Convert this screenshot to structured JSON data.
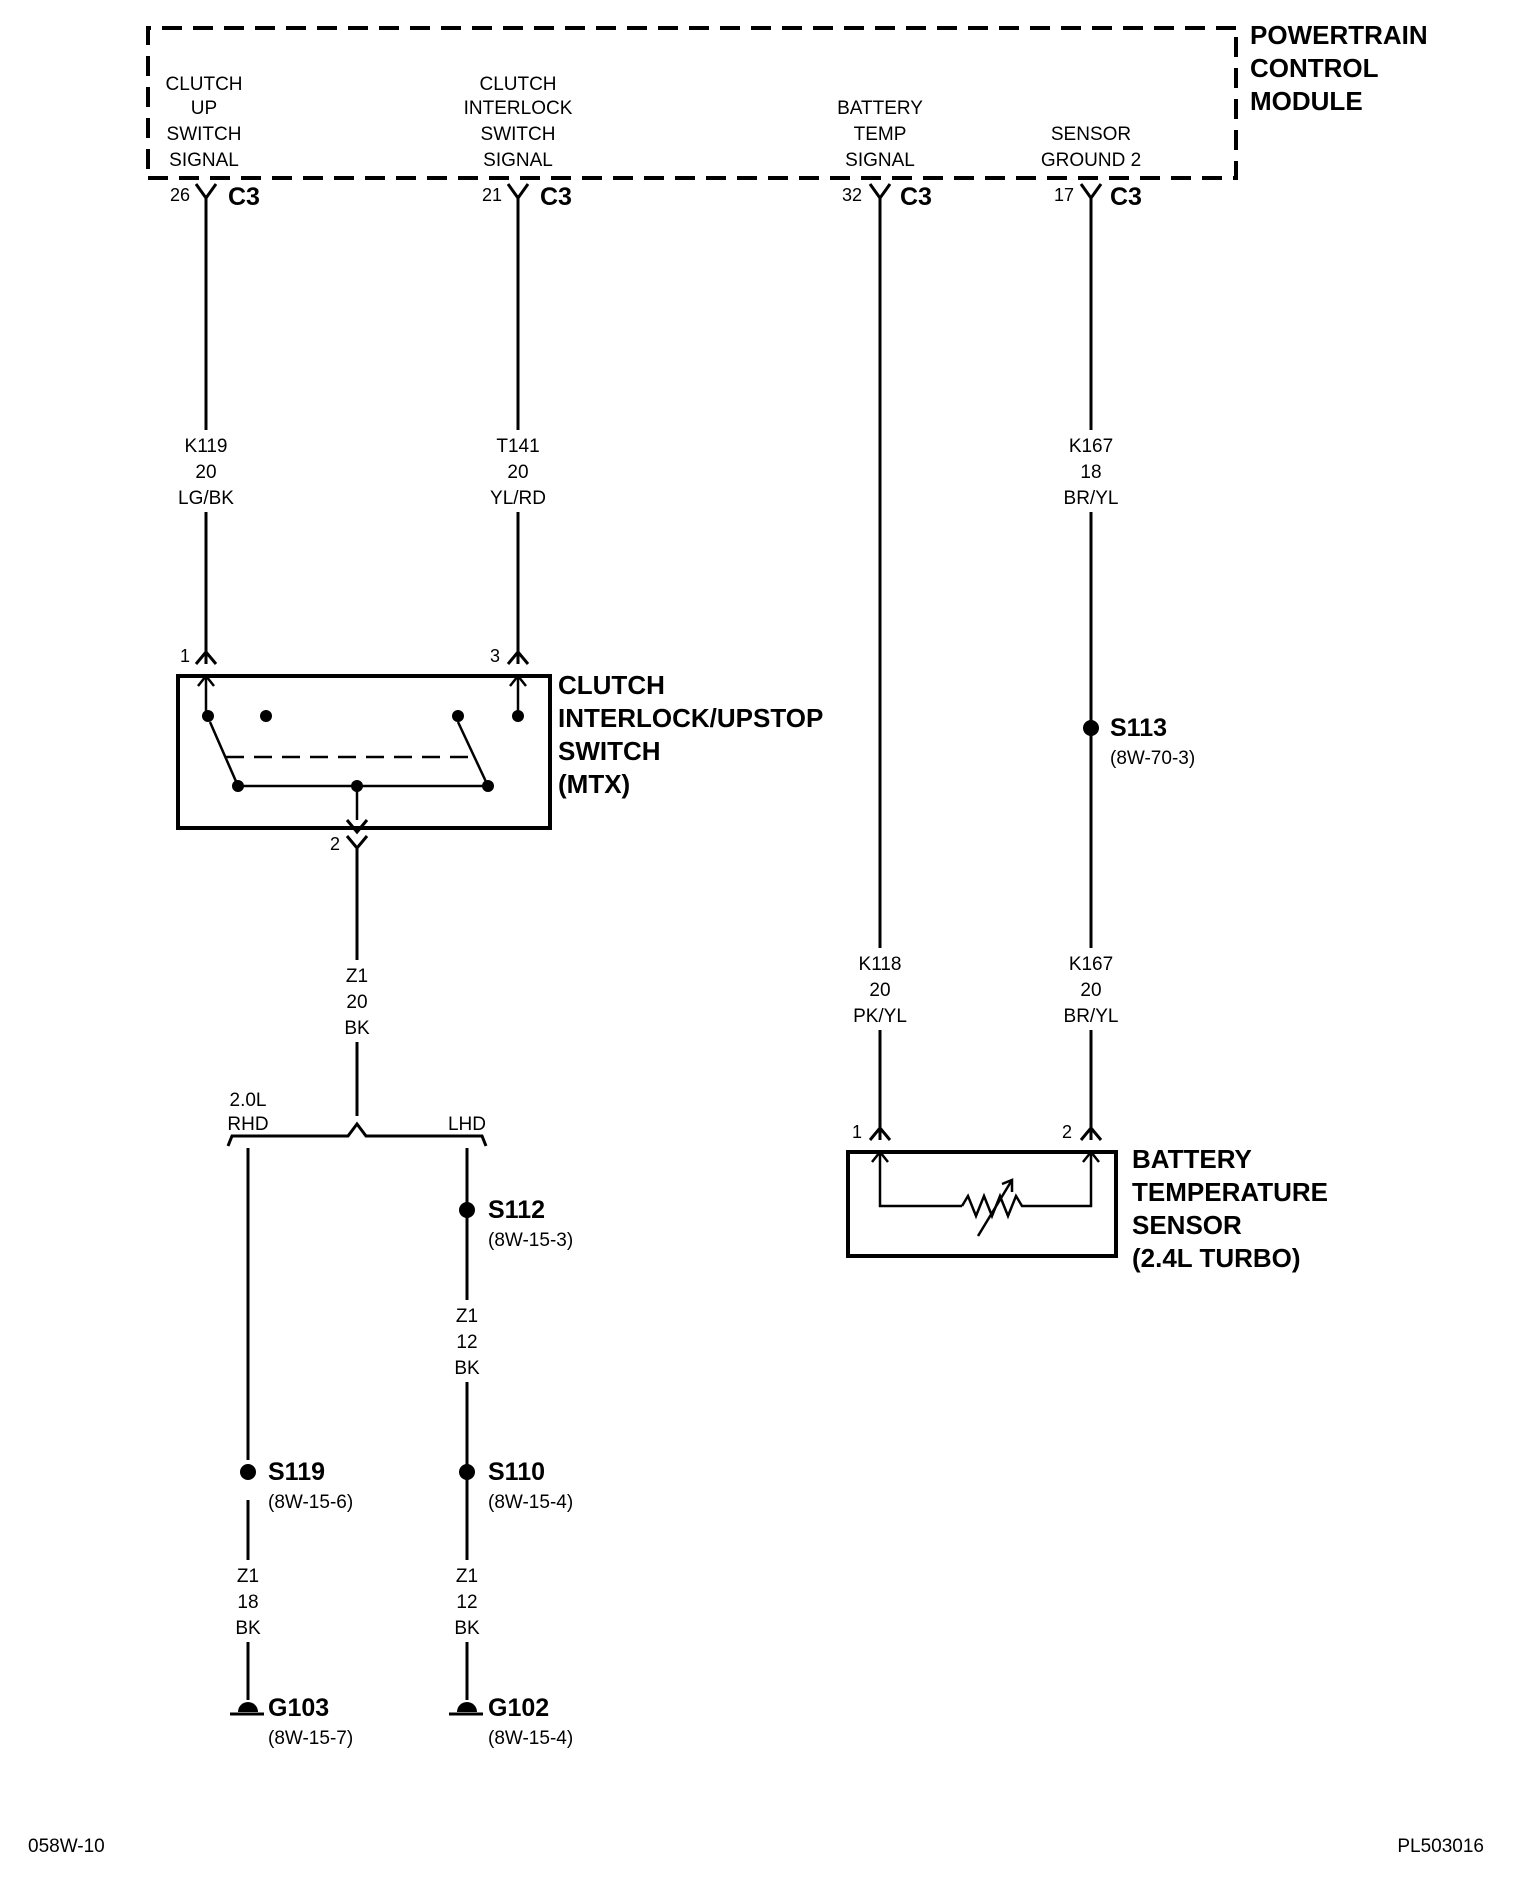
{
  "pcm": {
    "title": [
      "POWERTRAIN",
      "CONTROL",
      "MODULE"
    ],
    "pins": [
      {
        "label": [
          "CLUTCH",
          "UP",
          "SWITCH",
          "SIGNAL"
        ],
        "pin": "26",
        "connector": "C3"
      },
      {
        "label": [
          "CLUTCH",
          "INTERLOCK",
          "SWITCH",
          "SIGNAL"
        ],
        "pin": "21",
        "connector": "C3"
      },
      {
        "label": [
          "BATTERY",
          "TEMP",
          "SIGNAL"
        ],
        "pin": "32",
        "connector": "C3"
      },
      {
        "label": [
          "SENSOR",
          "GROUND 2"
        ],
        "pin": "17",
        "connector": "C3"
      }
    ]
  },
  "wires": {
    "k119": [
      "K119",
      "20",
      "LG/BK"
    ],
    "t141": [
      "T141",
      "20",
      "YL/RD"
    ],
    "k167_upper": [
      "K167",
      "18",
      "BR/YL"
    ],
    "z1_switch": [
      "Z1",
      "20",
      "BK"
    ],
    "k118": [
      "K118",
      "20",
      "PK/YL"
    ],
    "k167_lower": [
      "K167",
      "20",
      "BR/YL"
    ],
    "z1_lhd": [
      "Z1",
      "12",
      "BK"
    ],
    "z1_rhd_ground": [
      "Z1",
      "18",
      "BK"
    ],
    "z1_lhd_ground": [
      "Z1",
      "12",
      "BK"
    ]
  },
  "switch": {
    "title": [
      "CLUTCH",
      "INTERLOCK/UPSTOP",
      "SWITCH",
      "(MTX)"
    ],
    "pin1": "1",
    "pin3": "3",
    "pin2": "2"
  },
  "sensor": {
    "title": [
      "BATTERY",
      "TEMPERATURE",
      "SENSOR",
      "(2.4L TURBO)"
    ],
    "pin1": "1",
    "pin2": "2"
  },
  "branch": {
    "rhd": [
      "2.0L",
      "RHD"
    ],
    "lhd": "LHD"
  },
  "splices": {
    "s113": {
      "name": "S113",
      "ref": "(8W-70-3)"
    },
    "s112": {
      "name": "S112",
      "ref": "(8W-15-3)"
    },
    "s119": {
      "name": "S119",
      "ref": "(8W-15-6)"
    },
    "s110": {
      "name": "S110",
      "ref": "(8W-15-4)"
    }
  },
  "grounds": {
    "g103": {
      "name": "G103",
      "ref": "(8W-15-7)"
    },
    "g102": {
      "name": "G102",
      "ref": "(8W-15-4)"
    }
  },
  "footer": {
    "left": "058W-10",
    "right": "PL503016"
  }
}
